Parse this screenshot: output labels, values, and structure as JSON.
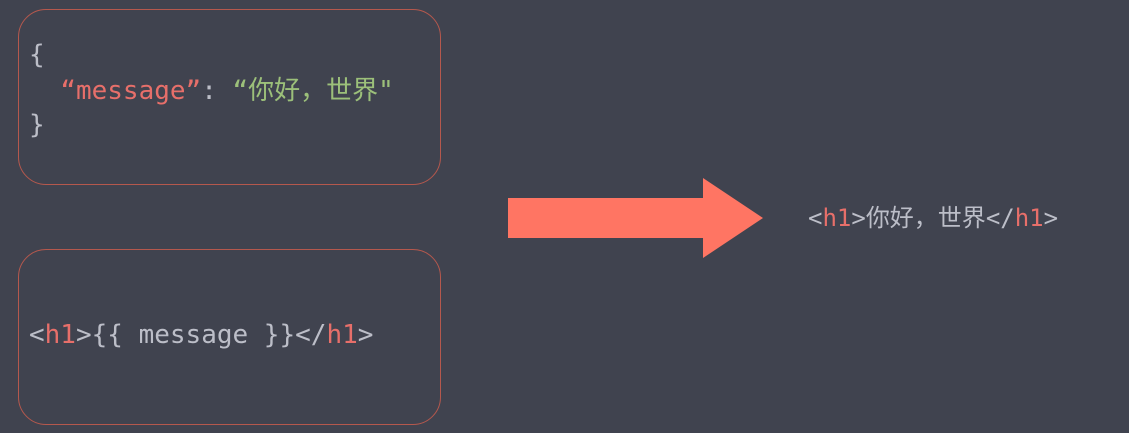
{
  "data_box": {
    "open_brace": "{",
    "key": "“message”",
    "colon": ": ",
    "value": "“你好，世界\"",
    "close_brace": "}"
  },
  "template_box": {
    "open_lt": "<",
    "open_tag": "h1",
    "open_gt": ">",
    "mustache": "{{ message }}",
    "close_lt": "</",
    "close_tag": "h1",
    "close_gt": ">"
  },
  "result": {
    "open_lt": "<",
    "open_tag": "h1",
    "open_gt": ">",
    "text": "你好，世界",
    "close_lt": "</",
    "close_tag": "h1",
    "close_gt": ">"
  },
  "colors": {
    "background": "#40434f",
    "box_border": "#b5584d",
    "arrow": "#ff7563",
    "key": "#e76f6a",
    "string": "#9cc07a",
    "text": "#bcbec8"
  }
}
